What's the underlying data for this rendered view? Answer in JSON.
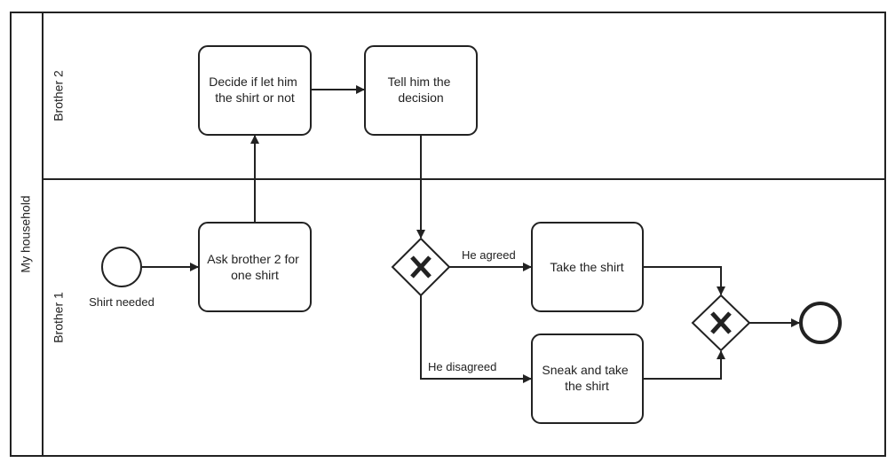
{
  "pool": {
    "label": "My household"
  },
  "lanes": {
    "brother2": {
      "label": "Brother 2"
    },
    "brother1": {
      "label": "Brother 1"
    }
  },
  "events": {
    "start": {
      "label": "Shirt needed"
    }
  },
  "tasks": {
    "ask": {
      "lines": [
        "Ask brother 2 for",
        "one shirt"
      ]
    },
    "decide": {
      "lines": [
        "Decide if let him",
        "the shirt or not"
      ]
    },
    "tell": {
      "lines": [
        "Tell him the",
        "decision"
      ]
    },
    "take": {
      "lines": [
        "Take the shirt"
      ]
    },
    "sneak": {
      "lines": [
        "Sneak and take",
        "the shirt"
      ]
    }
  },
  "flows": {
    "agreed": {
      "label": "He agreed"
    },
    "disagreed": {
      "label": "He disagreed"
    }
  },
  "colors": {
    "stroke": "#222222",
    "fill": "#ffffff"
  }
}
